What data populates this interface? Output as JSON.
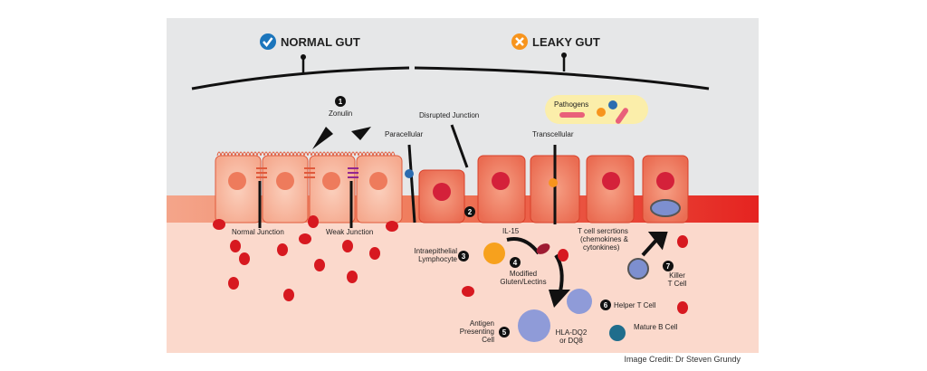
{
  "headers": {
    "normal": "NORMAL GUT",
    "leaky": "LEAKY GUT"
  },
  "labels": {
    "zonulin": "Zonulin",
    "paracellular": "Paracellular",
    "disrupted": "Disrupted Junction",
    "pathogens": "Pathogens",
    "transcellular": "Transcellular",
    "normal_junction": "Normal Junction",
    "weak_junction": "Weak Junction",
    "il15": "IL-15",
    "t_cell_1": "T cell sercrtions",
    "t_cell_2": "(chemokines &",
    "t_cell_3": "cytonkines)",
    "iel_1": "Intraepithelial",
    "iel_2": "Lymphocyte",
    "gluten_1": "Modified",
    "gluten_2": "Gluten/Lectins",
    "killer_1": "Killer",
    "killer_2": "T Cell",
    "helper": "Helper T Cell",
    "b_cell": "Mature B Cell",
    "apc_1": "Antigen",
    "apc_2": "Presenting",
    "apc_3": "Cell",
    "hla_1": "HLA-DQ2",
    "hla_2": "or DQ8"
  },
  "steps": [
    "1",
    "2",
    "3",
    "4",
    "5",
    "6",
    "7"
  ],
  "credit": "Image Credit: Dr Steven Grundy",
  "colors": {
    "check": "#1b75bc",
    "cross": "#f7941d",
    "band_left": "#f4a58a",
    "band_right": "#e52320",
    "tissue": "#fbd9cc",
    "sky": "#e6e7e8"
  }
}
